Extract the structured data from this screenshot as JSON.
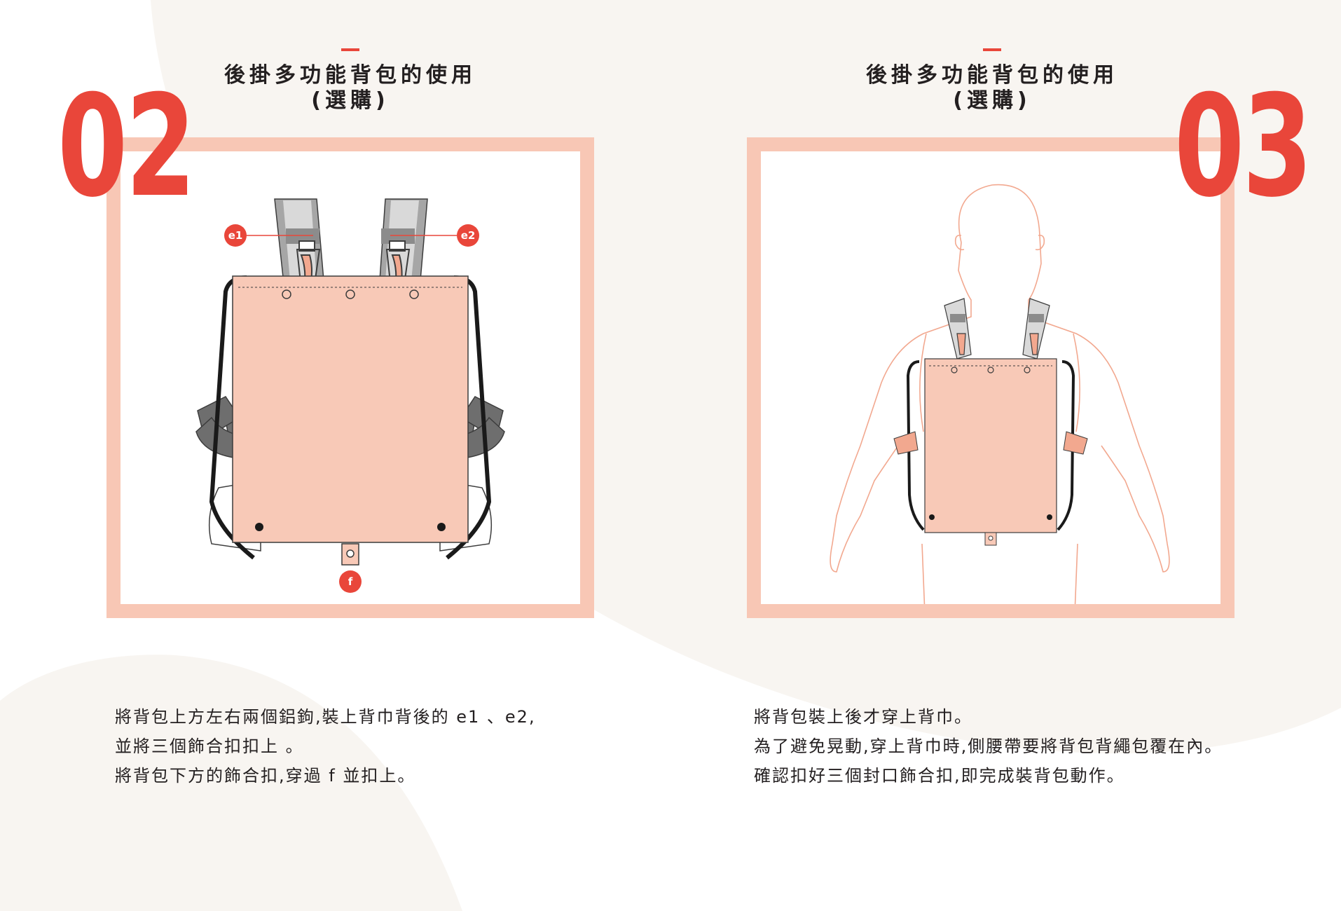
{
  "steps": [
    {
      "number": "02",
      "title_line1": "後掛多功能背包的使用",
      "title_line2": "(選購)",
      "labels": {
        "left": "e1",
        "right": "e2",
        "bottom": "f"
      },
      "desc": [
        "將背包上方左右兩個鋁鉤,裝上背巾背後的 e1 、e2,",
        "並將三個飾合扣扣上 。",
        "將背包下方的飾合扣,穿過 f 並扣上。"
      ]
    },
    {
      "number": "03",
      "title_line1": "後掛多功能背包的使用",
      "title_line2": "(選購)",
      "desc": [
        "將背包裝上後才穿上背巾。",
        "為了避免晃動,穿上背巾時,側腰帶要將背包背繩包覆在內。",
        "確認扣好三個封口飾合扣,即完成裝背包動作。"
      ]
    }
  ],
  "colors": {
    "accent": "#e9463a",
    "frame": "#f8c7b5",
    "bag": "#f8c9b7",
    "background_blob": "#f8f5f1"
  }
}
